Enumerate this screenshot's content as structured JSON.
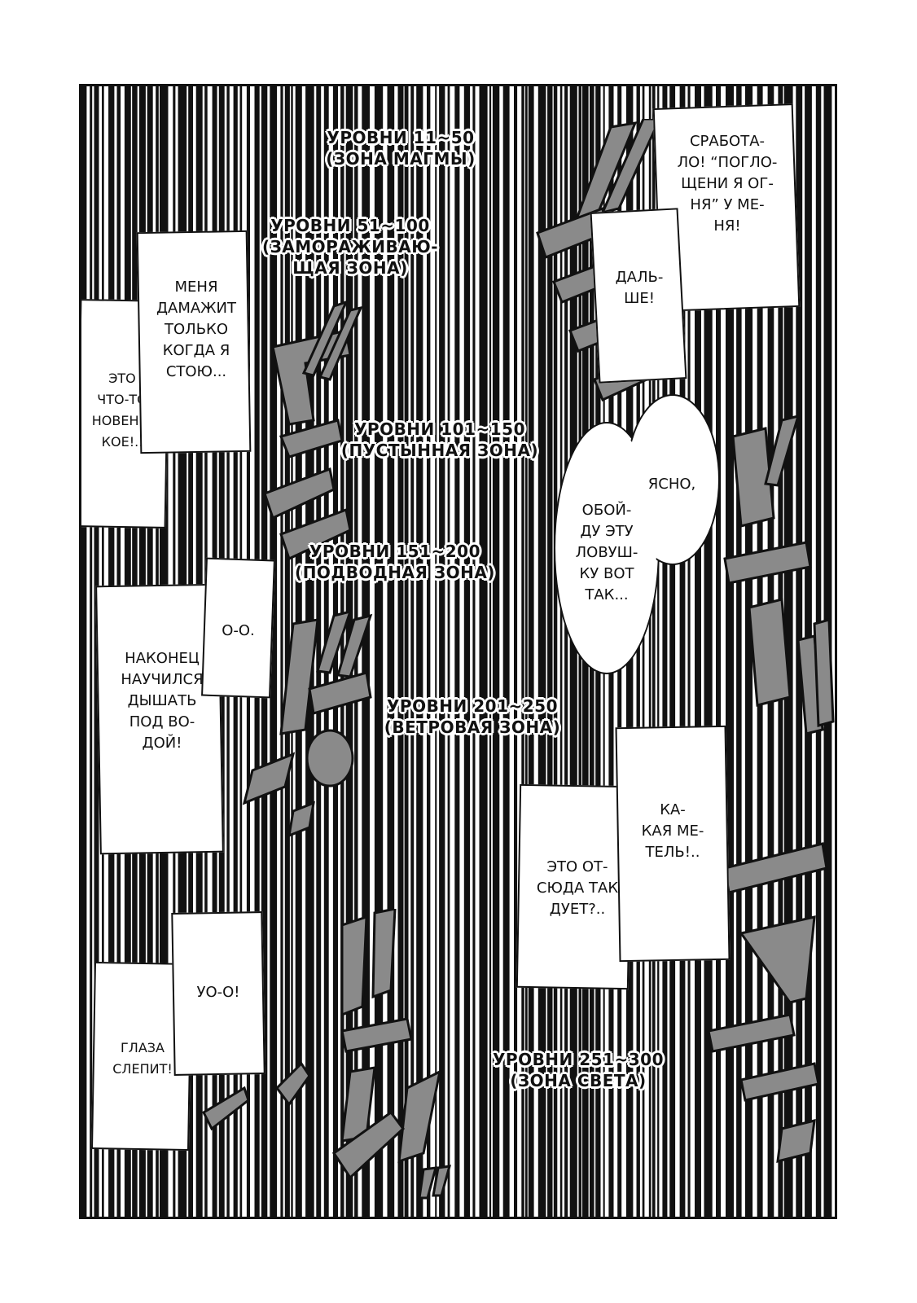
{
  "captions": [
    {
      "id": "magma",
      "lines": [
        "УРОВНИ 11~50",
        "(ЗОНА МАГМЫ)"
      ]
    },
    {
      "id": "freeze",
      "lines": [
        "УРОВНИ 51~100",
        "(ЗАМОРАЖИВАЮ-",
        "ЩАЯ ЗОНА)"
      ]
    },
    {
      "id": "desert",
      "lines": [
        "УРОВНИ 101~150",
        "(ПУСТЫННАЯ ЗОНА)"
      ]
    },
    {
      "id": "water",
      "lines": [
        "УРОВНИ 151~200",
        "(ПОДВОДНАЯ ЗОНА)"
      ]
    },
    {
      "id": "wind",
      "lines": [
        "УРОВНИ 201~250",
        "(ВЕТРОВАЯ ЗОНА)"
      ]
    },
    {
      "id": "light",
      "lines": [
        "УРОВНИ 251~300",
        "(ЗОНА СВЕТА)"
      ]
    }
  ],
  "speech": [
    {
      "id": "worked",
      "lines": [
        "СРАБОТА-",
        "ЛО! “ПОГЛО-",
        "ЩЕНИ Я ОГ-",
        "НЯ” У МЕ-",
        "НЯ!"
      ]
    },
    {
      "id": "further",
      "lines": [
        "ДАЛЬ-",
        "ШЕ!"
      ]
    },
    {
      "id": "damage",
      "lines": [
        "МЕНЯ",
        "ДАМАЖИТ",
        "ТОЛЬКО",
        "КОГДА Я",
        "СТОЮ..."
      ]
    },
    {
      "id": "new",
      "lines": [
        "ЭТО",
        "ЧТО-ТО",
        "НОВЕНЬ-",
        "КОЕ!.."
      ]
    },
    {
      "id": "clear",
      "lines": [
        "ЯСНО,"
      ]
    },
    {
      "id": "bypass",
      "lines": [
        "ОБОЙ-",
        "ДУ ЭТУ",
        "ЛОВУШ-",
        "КУ ВОТ",
        "ТАК..."
      ]
    },
    {
      "id": "oh",
      "lines": [
        "О-О."
      ]
    },
    {
      "id": "breathe",
      "lines": [
        "НАКОНЕЦ",
        "НАУЧИЛСЯ",
        "ДЫШАТЬ",
        "ПОД ВО-",
        "ДОЙ!"
      ]
    },
    {
      "id": "blizzard",
      "lines": [
        "КА-",
        "КАЯ МЕ-",
        "ТЕЛЬ!.."
      ]
    },
    {
      "id": "blows",
      "lines": [
        "ЭТО ОТ-",
        "СЮДА ТАК",
        "ДУЕТ?.."
      ]
    },
    {
      "id": "uo",
      "lines": [
        "УО-О!"
      ]
    },
    {
      "id": "eyes",
      "lines": [
        "ГЛАЗА",
        "СЛЕПИТ!"
      ]
    }
  ],
  "colors": {
    "ink": "#111111",
    "paper": "#ffffff",
    "sfx_fill": "#8a8a8a"
  }
}
